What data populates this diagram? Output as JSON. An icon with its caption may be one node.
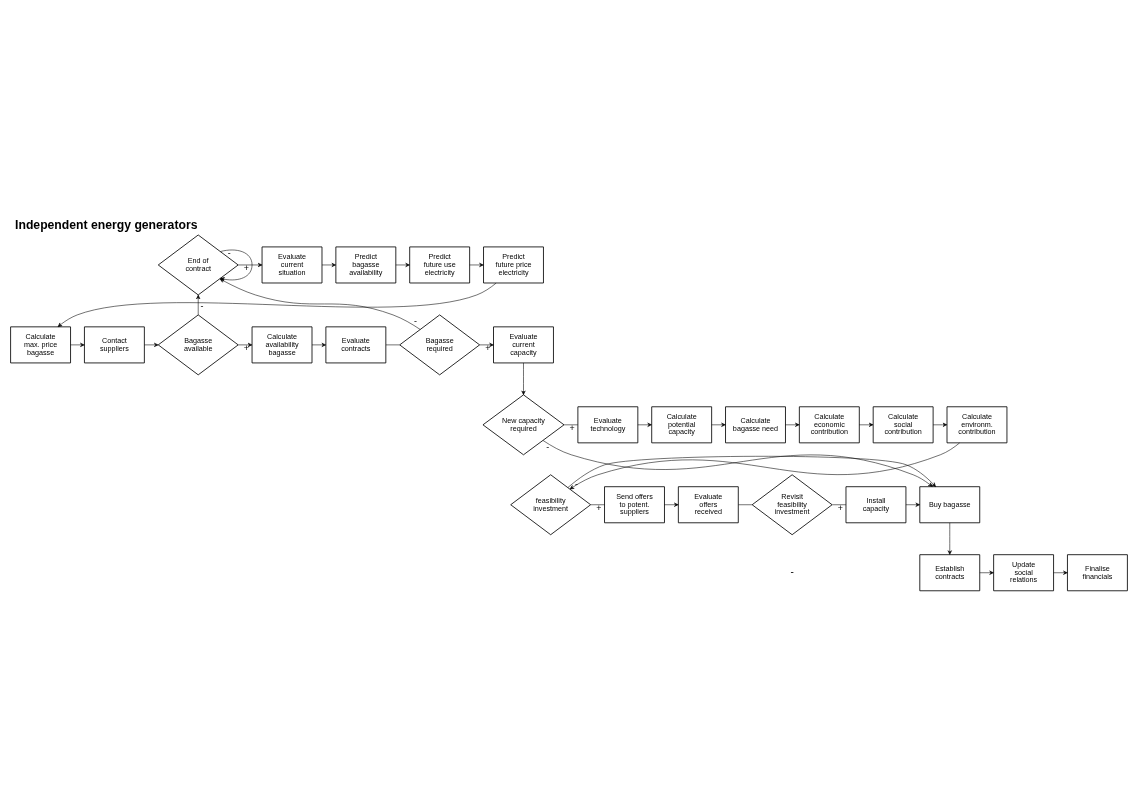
{
  "diagram": {
    "title": "Independent energy generators",
    "nodes": [
      {
        "text": [
          "End of contract"
        ]
      },
      {
        "text": [
          "Evaluate current situation"
        ]
      },
      {
        "text": [
          "Predict bagasse availability"
        ]
      },
      {
        "text": [
          "Predict future use electricity"
        ]
      },
      {
        "text": [
          "Predict future price electricity"
        ]
      },
      {
        "text": [
          "Evaluate current capacity"
        ]
      },
      {
        "text": [
          "Bagasse required"
        ]
      },
      {
        "text": [
          "Evaluate contracts"
        ]
      },
      {
        "text": [
          "Calculate availability bagasse"
        ]
      },
      {
        "text": [
          "Bagasse available"
        ]
      },
      {
        "text": [
          "Contact suppliers"
        ]
      },
      {
        "text": [
          "Calculate max. price bagasse"
        ]
      },
      {
        "text": [
          "New capacity required"
        ]
      },
      {
        "text": [
          "Evaluate technology"
        ]
      },
      {
        "text": [
          "Calculate potential capacity"
        ]
      },
      {
        "text": [
          "Calculate bagasse need"
        ]
      },
      {
        "text": [
          "Calculate economic contribution"
        ]
      },
      {
        "text": [
          "Calculate social contribution"
        ]
      },
      {
        "text": [
          "Calculate environm. contribution"
        ]
      },
      {
        "text": [
          "Buy bagasse"
        ]
      },
      {
        "text": [
          "Install capacity"
        ]
      },
      {
        "text": [
          "Revisit feasibility investment"
        ]
      },
      {
        "text": [
          "Evaluate offers received"
        ]
      },
      {
        "text": [
          "Send offers to potent. suppliers"
        ]
      },
      {
        "text": [
          "feasibility investment"
        ]
      },
      {
        "text": [
          "Establish contracts"
        ]
      },
      {
        "text": [
          "Update social relations"
        ]
      },
      {
        "text": [
          "Finalise financials"
        ]
      }
    ],
    "edges": [
      {
        "from": 0,
        "to": 0,
        "arrow": "to",
        "label": "-"
      },
      {
        "from": 0,
        "to": 1,
        "arrow": "to",
        "label": "+"
      },
      {
        "from": 1,
        "to": 2,
        "arrow": "to"
      },
      {
        "from": 2,
        "to": 3,
        "arrow": "to"
      },
      {
        "from": 3,
        "to": 4,
        "arrow": "to"
      },
      {
        "from": 4,
        "to": 11,
        "arrow": "to"
      },
      {
        "from": 11,
        "to": 10,
        "arrow": "to"
      },
      {
        "from": 10,
        "to": 9,
        "arrow": "to"
      },
      {
        "from": 9,
        "to": 0,
        "arrow": "to",
        "label": "-"
      },
      {
        "from": 9,
        "to": 8,
        "arrow": "to",
        "label": "+"
      },
      {
        "from": 8,
        "to": 7,
        "arrow": "to"
      },
      {
        "from": 7,
        "to": 6,
        "arrow": "none"
      },
      {
        "from": 6,
        "to": 0,
        "arrow": "to",
        "label": "-"
      },
      {
        "from": 6,
        "to": 5,
        "arrow": "to",
        "label": "+"
      },
      {
        "from": 5,
        "to": 12,
        "arrow": "to"
      },
      {
        "from": 12,
        "to": 13,
        "arrow": "none",
        "label": "+"
      },
      {
        "from": 12,
        "to": 19,
        "arrow": "to",
        "label": "-"
      },
      {
        "from": 13,
        "to": 14,
        "arrow": "to"
      },
      {
        "from": 14,
        "to": 15,
        "arrow": "to"
      },
      {
        "from": 15,
        "to": 16,
        "arrow": "to"
      },
      {
        "from": 16,
        "to": 17,
        "arrow": "to"
      },
      {
        "from": 17,
        "to": 18,
        "arrow": "to"
      },
      {
        "from": 18,
        "to": 24,
        "arrow": "to"
      },
      {
        "from": 24,
        "to": 23,
        "arrow": "none",
        "label": "+"
      },
      {
        "from": 24,
        "to": 19,
        "arrow": "to",
        "label": "-"
      },
      {
        "from": 23,
        "to": 22,
        "arrow": "to"
      },
      {
        "from": 22,
        "to": 21,
        "arrow": "none"
      },
      {
        "from": 21,
        "to": 20,
        "arrow": "none",
        "label": "+"
      },
      {
        "from": 20,
        "to": 19,
        "arrow": "to"
      },
      {
        "from": 19,
        "to": 25,
        "arrow": "to"
      },
      {
        "from": 25,
        "to": 26,
        "arrow": "to"
      },
      {
        "from": 26,
        "to": 27,
        "arrow": "to"
      }
    ],
    "labels": [
      "-"
    ]
  }
}
